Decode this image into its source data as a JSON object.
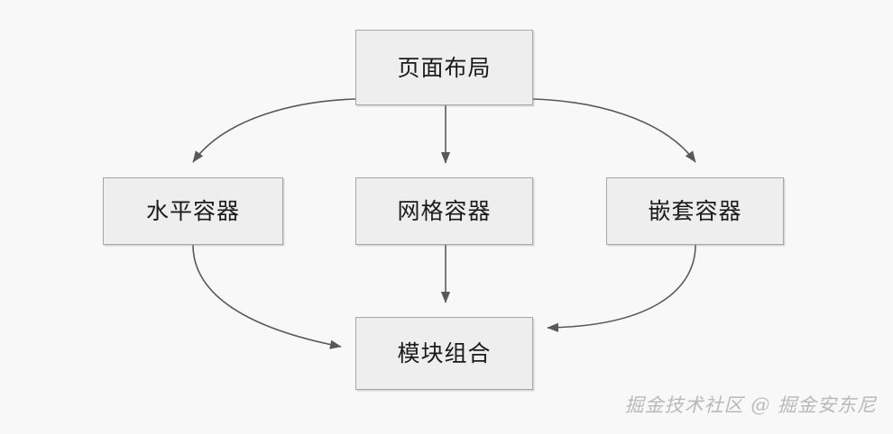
{
  "diagram": {
    "type": "flowchart",
    "direction": "top-down",
    "background_color": "#f8f8f8",
    "node_fill_color": "#eeeeee",
    "node_border_color": "#a6a6a6",
    "edge_color": "#595959",
    "text_color": "#1b1b1b",
    "nodes": [
      {
        "id": "page-layout",
        "label": "页面布局",
        "level": 0
      },
      {
        "id": "horizontal",
        "label": "水平容器",
        "level": 1
      },
      {
        "id": "grid",
        "label": "网格容器",
        "level": 1
      },
      {
        "id": "nested",
        "label": "嵌套容器",
        "level": 1
      },
      {
        "id": "module",
        "label": "模块组合",
        "level": 2
      }
    ],
    "edges": [
      {
        "from": "page-layout",
        "to": "horizontal",
        "style": "curved",
        "arrow": "end"
      },
      {
        "from": "page-layout",
        "to": "grid",
        "style": "straight",
        "arrow": "end"
      },
      {
        "from": "page-layout",
        "to": "nested",
        "style": "curved",
        "arrow": "end"
      },
      {
        "from": "horizontal",
        "to": "module",
        "style": "curved",
        "arrow": "end"
      },
      {
        "from": "grid",
        "to": "module",
        "style": "straight",
        "arrow": "end"
      },
      {
        "from": "nested",
        "to": "module",
        "style": "curved",
        "arrow": "end"
      }
    ]
  },
  "watermark": {
    "text": "掘金技术社区 @ 掘金安东尼",
    "color": "#b9b9b9"
  }
}
